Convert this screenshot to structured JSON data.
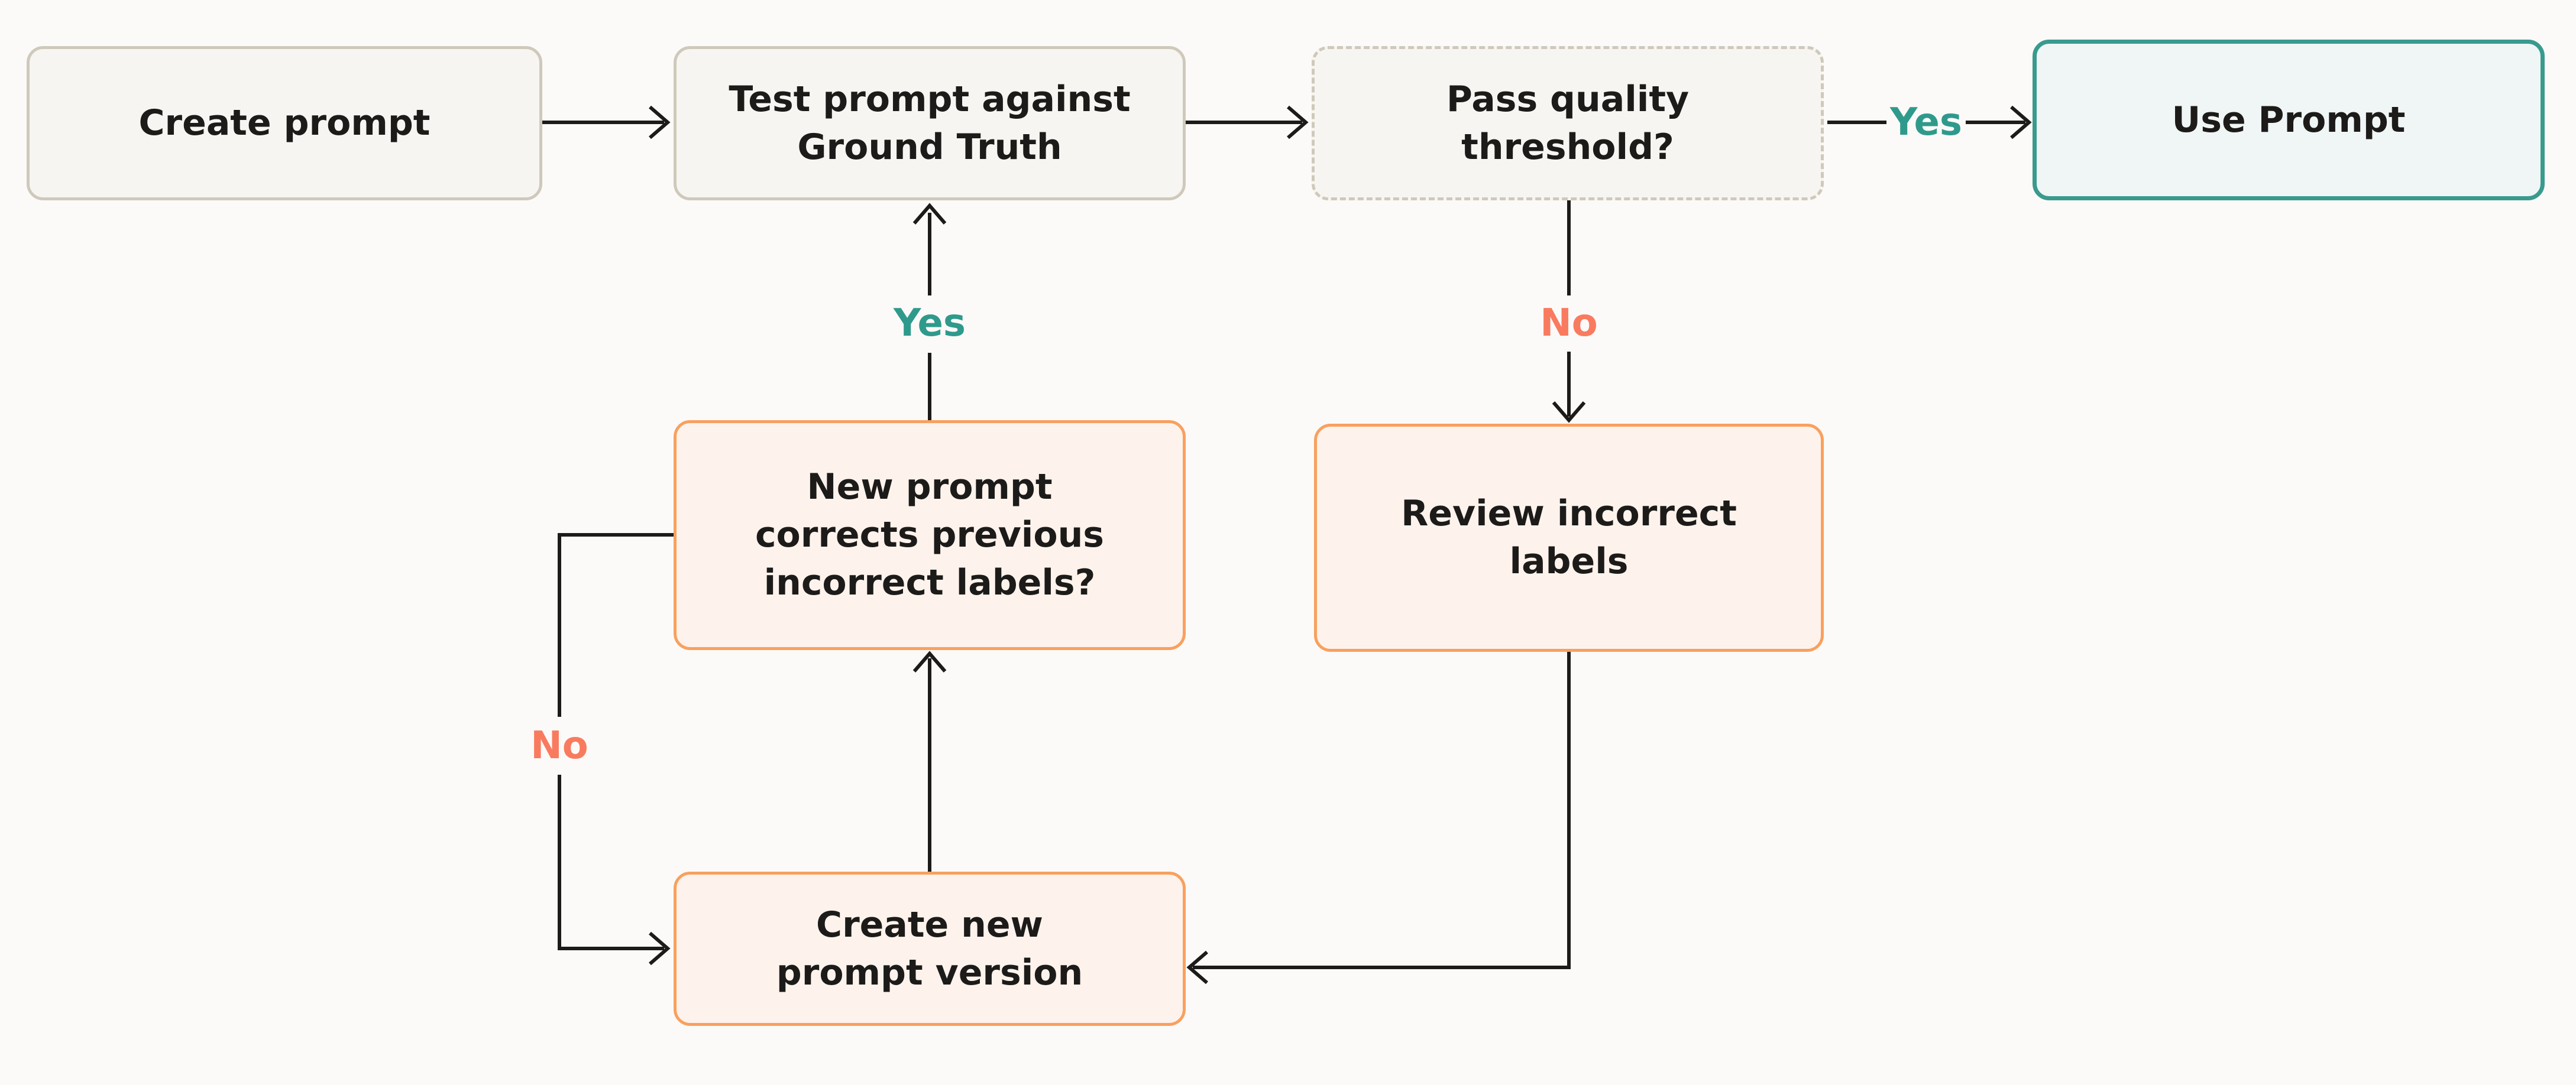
{
  "diagram": {
    "nodes": [
      {
        "id": "create-prompt",
        "label": "Create prompt"
      },
      {
        "id": "test-prompt",
        "label": "Test prompt against\nGround Truth"
      },
      {
        "id": "pass-threshold",
        "label": "Pass quality\nthreshold?"
      },
      {
        "id": "use-prompt",
        "label": "Use Prompt"
      },
      {
        "id": "new-prompt-corrects",
        "label": "New prompt\ncorrects previous\nincorrect labels?"
      },
      {
        "id": "review-labels",
        "label": "Review incorrect\nlabels"
      },
      {
        "id": "create-new-version",
        "label": "Create new\nprompt version"
      }
    ],
    "edge_labels": [
      {
        "id": "yes-to-use-prompt",
        "text": "Yes"
      },
      {
        "id": "no-to-review",
        "text": "No"
      },
      {
        "id": "yes-to-test",
        "text": "Yes"
      },
      {
        "id": "no-to-new-version",
        "text": "No"
      }
    ],
    "colors": {
      "background": "#fbfaf8",
      "line": "#1c1b19",
      "yes": "#2f9a8c",
      "no": "#f97b5f",
      "gray_border": "#cfc9bb",
      "gray_fill": "#f7f5f1",
      "teal_border": "#399a8e",
      "teal_fill": "#eff6f5",
      "orange_border": "#f9a05e",
      "orange_fill": "#fdf3ec"
    }
  }
}
